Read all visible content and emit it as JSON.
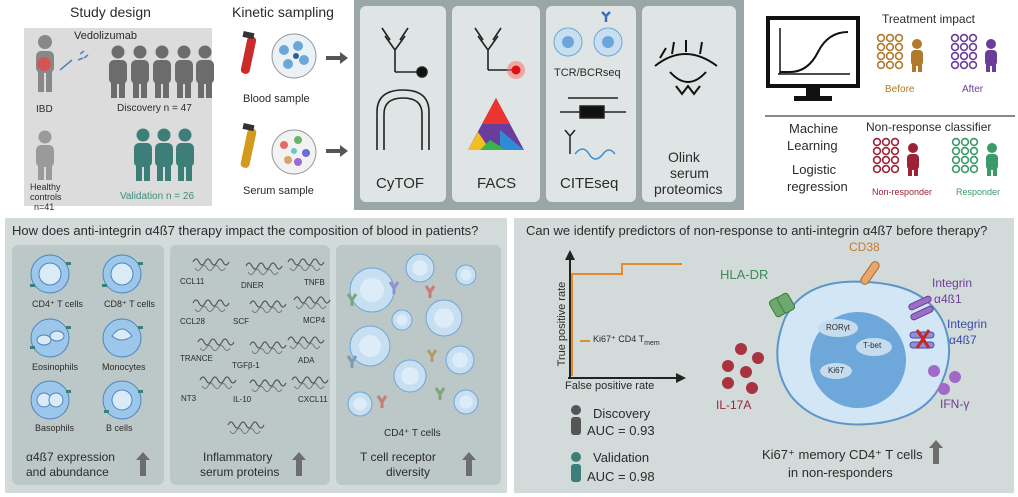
{
  "top": {
    "study_design": {
      "title": "Study design",
      "drug": "Vedolizumab",
      "ibd": "IBD",
      "discovery": "Discovery n = 47",
      "validation": "Validation n = 26",
      "healthy_1": "Healthy",
      "healthy_2": "controls",
      "healthy_3": "n=41"
    },
    "kinetic": {
      "title": "Kinetic sampling",
      "blood": "Blood sample",
      "serum": "Serum sample"
    },
    "methods": [
      "CyTOF",
      "FACS",
      "CITEseq",
      "Olink serum proteomics"
    ],
    "method_lines": {
      "olink_1": "Olink",
      "olink_2": "serum",
      "olink_3": "proteomics",
      "tcr": "TCR/BCRseq"
    },
    "ml": {
      "line1": "Machine",
      "line2": "Learning",
      "line3": "Logistic",
      "line4": "regression"
    },
    "treatment": {
      "title": "Treatment impact",
      "before": "Before",
      "after": "After"
    },
    "classifier": {
      "title": "Non-response classifier",
      "non_responder": "Non-responder",
      "responder": "Responder"
    }
  },
  "left": {
    "question": "How does anti-integrin α4ß7 therapy impact the composition of blood in patients?",
    "cells": [
      "CD4⁺ T cells",
      "CD8⁺ T cells",
      "Eosinophils",
      "Monocytes",
      "Basophils",
      "B cells"
    ],
    "proteins": [
      "CCL11",
      "DNER",
      "TNFB",
      "CCL28",
      "SCF",
      "MCP4",
      "TRANCE",
      "TGFβ-1",
      "ADA",
      "NT3",
      "IL-10",
      "CXCL11"
    ],
    "cap1_a": "α4ß7 expression",
    "cap1_b": "and abundance",
    "cap2_a": "Inflammatory",
    "cap2_b": "serum proteins",
    "cap3_a": "T cell receptor",
    "cap3_b": "diversity",
    "tcell_label": "CD4⁺ T cells"
  },
  "right": {
    "question": "Can we identify predictors of non-response to anti-integrin α4ß7 before therapy?",
    "roc": {
      "ylabel": "True positive rate",
      "xlabel": "False positive rate",
      "legend": "Ki67⁺ CD4 T",
      "legend_sub": "mem"
    },
    "discovery": "Discovery",
    "discovery_auc": "AUC = 0.93",
    "validation": "Validation",
    "validation_auc": "AUC = 0.98",
    "markers": {
      "hladr": "HLA-DR",
      "cd38": "CD38",
      "int_a4b1_1": "Integrin",
      "int_a4b1_2": "α4ß1",
      "int_a4b7_1": "Integrin",
      "int_a4b7_2": "α4ß7",
      "il17a": "IL-17A",
      "ifng": "IFN-γ",
      "rorgt": "RORγt",
      "tbet": "T-bet",
      "ki67": "Ki67"
    },
    "caption1": "Ki67⁺ memory CD4⁺ T cells",
    "caption2": "in non-responders"
  },
  "colors": {
    "gray_bg": "#d9dedd",
    "panel_bg": "#c9d2d1",
    "cell_blue": "#7fb2df",
    "teal": "#3d7f78",
    "orange": "#e8892a",
    "brown": "#a86f2b",
    "purple": "#6b3d9a",
    "red": "#9b2335",
    "green": "#3a9a6a"
  }
}
